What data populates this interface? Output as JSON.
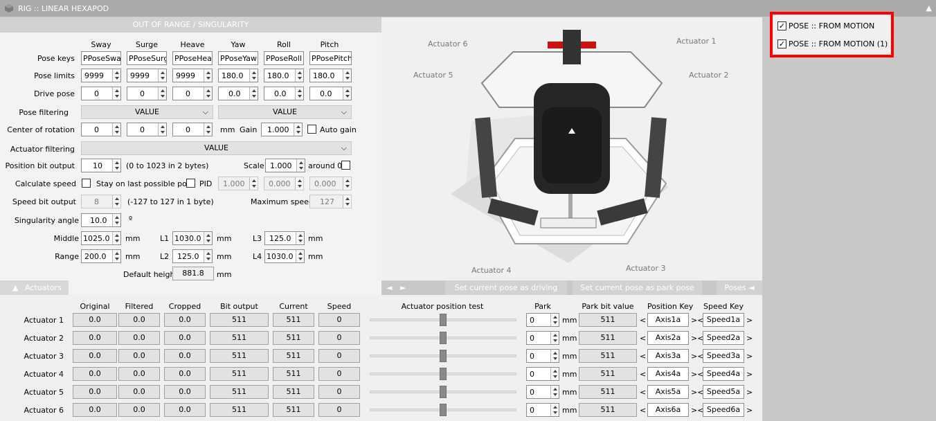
{
  "window": {
    "title": "RIG :: LINEAR HEXAPOD",
    "collapse_glyph": "▲"
  },
  "header": {
    "out_of_range": "OUT OF RANGE / SINGULARITY"
  },
  "axes": [
    "Sway",
    "Surge",
    "Heave",
    "Yaw",
    "Roll",
    "Pitch"
  ],
  "pose_keys": {
    "label": "Pose keys",
    "values": [
      "PPoseSway",
      "PPoseSurge",
      "PPoseHeave",
      "PPoseYaw",
      "PPoseRoll",
      "PPosePitch"
    ]
  },
  "pose_limits": {
    "label": "Pose limits",
    "values": [
      "9999",
      "9999",
      "9999",
      "180.0",
      "180.0",
      "180.0"
    ]
  },
  "drive_pose": {
    "label": "Drive pose",
    "values": [
      "0",
      "0",
      "0",
      "0.0",
      "0.0",
      "0.0"
    ]
  },
  "pose_filtering": {
    "label": "Pose filtering",
    "left": "VALUE",
    "right": "VALUE"
  },
  "center_of_rotation": {
    "label": "Center of rotation",
    "values": [
      "0",
      "0",
      "0"
    ],
    "unit": "mm",
    "gain_label": "Gain",
    "gain": "1.000",
    "auto_gain": "Auto gain"
  },
  "actuator_filtering": {
    "label": "Actuator filtering",
    "value": "VALUE"
  },
  "position_bit_output": {
    "label": "Position bit output",
    "value": "10",
    "note": "(0 to 1023 in 2 bytes)",
    "scale_label": "Scale",
    "scale": "1.000",
    "around": "around 0"
  },
  "calculate_speed": {
    "label": "Calculate speed",
    "stay_label": "Stay on last possible pose",
    "pid_label": "PID",
    "pid": [
      "1.000",
      "0.000",
      "0.000"
    ]
  },
  "speed_bit_output": {
    "label": "Speed bit output",
    "value": "8",
    "note": "(-127 to 127 in 1 byte)",
    "max_label": "Maximum speed",
    "max": "127"
  },
  "singularity": {
    "label": "Singularity angle",
    "value": "10.0",
    "unit": "º"
  },
  "middle": {
    "label": "Middle",
    "value": "1025.0",
    "unit": "mm"
  },
  "range": {
    "label": "Range",
    "value": "200.0",
    "unit": "mm"
  },
  "l1": {
    "label": "L1",
    "value": "1030.0",
    "unit": "mm"
  },
  "l2": {
    "label": "L2",
    "value": "125.0",
    "unit": "mm"
  },
  "l3": {
    "label": "L3",
    "value": "125.0",
    "unit": "mm"
  },
  "l4": {
    "label": "L4",
    "value": "1030.0",
    "unit": "mm"
  },
  "default_height": {
    "label": "Default height",
    "value": "881.8",
    "unit": "mm"
  },
  "image_labels": {
    "a1": "Actuator 1",
    "a2": "Actuator 2",
    "a3": "Actuator 3",
    "a4": "Actuator 4",
    "a5": "Actuator 5",
    "a6": "Actuator 6"
  },
  "bottom_bar": {
    "actuators_tab": "Actuators",
    "tab_glyph": "▲",
    "prev": "◄",
    "next": "►",
    "set_driving": "Set current pose as driving pose",
    "set_park": "Set current pose as park pose",
    "poses": "Poses",
    "poses_glyph": "◄"
  },
  "table": {
    "columns": {
      "original": "Original",
      "filtered": "Filtered",
      "cropped": "Cropped",
      "bit_output": "Bit output",
      "current": "Current",
      "speed": "Speed",
      "position_test": "Actuator position test",
      "park": "Park",
      "park_bit": "Park bit value",
      "position_key": "Position Key",
      "speed_key": "Speed Key"
    },
    "mm": "mm",
    "lt": "<",
    "gtlt": "><",
    "gt": ">",
    "rows": [
      {
        "name": "Actuator 1",
        "original": "0.0",
        "filtered": "0.0",
        "cropped": "0.0",
        "bit": "511",
        "current": "511",
        "speed": "0",
        "park": "0",
        "park_bit": "511",
        "pos_key": "Axis1a",
        "speed_key": "Speed1a"
      },
      {
        "name": "Actuator 2",
        "original": "0.0",
        "filtered": "0.0",
        "cropped": "0.0",
        "bit": "511",
        "current": "511",
        "speed": "0",
        "park": "0",
        "park_bit": "511",
        "pos_key": "Axis2a",
        "speed_key": "Speed2a"
      },
      {
        "name": "Actuator 3",
        "original": "0.0",
        "filtered": "0.0",
        "cropped": "0.0",
        "bit": "511",
        "current": "511",
        "speed": "0",
        "park": "0",
        "park_bit": "511",
        "pos_key": "Axis3a",
        "speed_key": "Speed3a"
      },
      {
        "name": "Actuator 4",
        "original": "0.0",
        "filtered": "0.0",
        "cropped": "0.0",
        "bit": "511",
        "current": "511",
        "speed": "0",
        "park": "0",
        "park_bit": "511",
        "pos_key": "Axis4a",
        "speed_key": "Speed4a"
      },
      {
        "name": "Actuator 5",
        "original": "0.0",
        "filtered": "0.0",
        "cropped": "0.0",
        "bit": "511",
        "current": "511",
        "speed": "0",
        "park": "0",
        "park_bit": "511",
        "pos_key": "Axis5a",
        "speed_key": "Speed5a"
      },
      {
        "name": "Actuator 6",
        "original": "0.0",
        "filtered": "0.0",
        "cropped": "0.0",
        "bit": "511",
        "current": "511",
        "speed": "0",
        "park": "0",
        "park_bit": "511",
        "pos_key": "Axis6a",
        "speed_key": "Speed6a"
      }
    ]
  },
  "right_panel": {
    "items": [
      {
        "label": "POSE :: FROM MOTION",
        "checked": true
      },
      {
        "label": "POSE :: FROM MOTION (1)",
        "checked": true
      }
    ],
    "highlight_color": "#ff0000"
  }
}
